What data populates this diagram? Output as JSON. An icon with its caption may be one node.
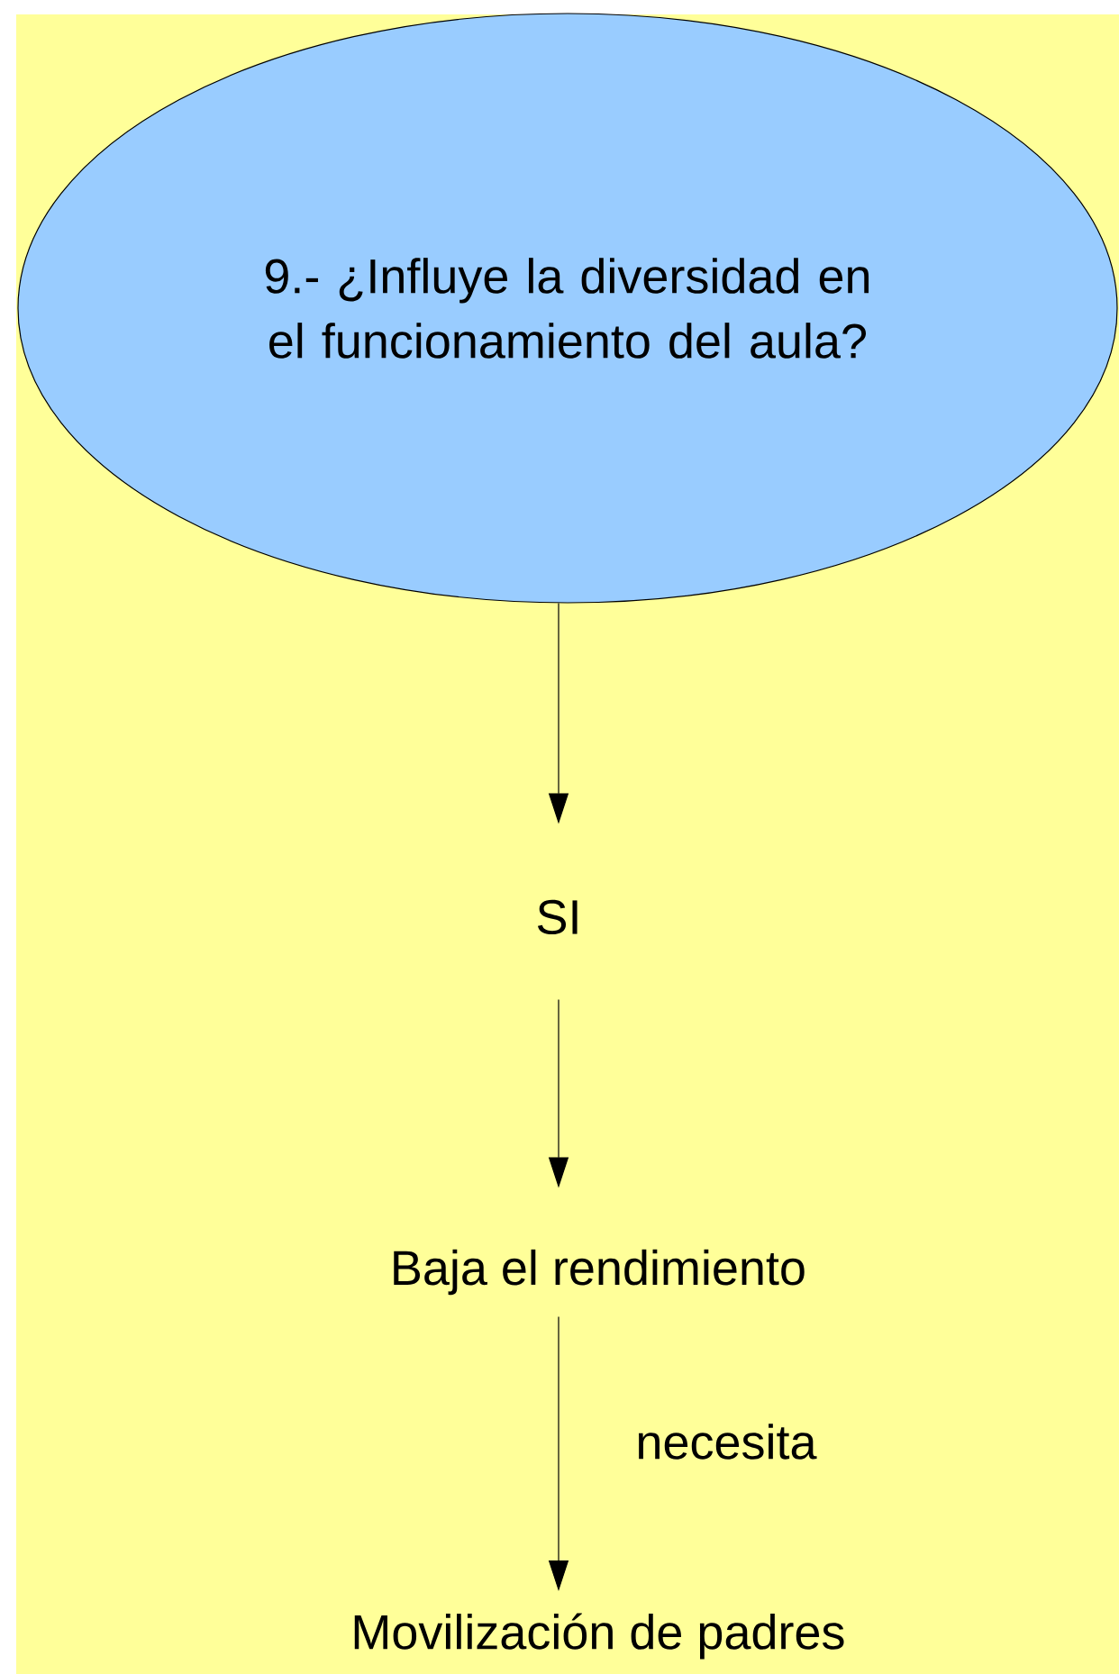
{
  "diagram": {
    "nodes": [
      {
        "text": [
          "9.- ¿Influye la diversidad en el funcionamiento del aula?"
        ]
      },
      {
        "text": [
          "SI"
        ]
      },
      {
        "text": [
          "Baja el rendimiento"
        ]
      },
      {
        "text": [
          "Movilización de padres"
        ]
      }
    ],
    "edges": [
      {
        "from": 0,
        "to": 1,
        "arrow": "to"
      },
      {
        "from": 1,
        "to": 2,
        "arrow": "to"
      },
      {
        "from": 2,
        "to": 3,
        "arrow": "to",
        "label": "necesita"
      }
    ]
  }
}
